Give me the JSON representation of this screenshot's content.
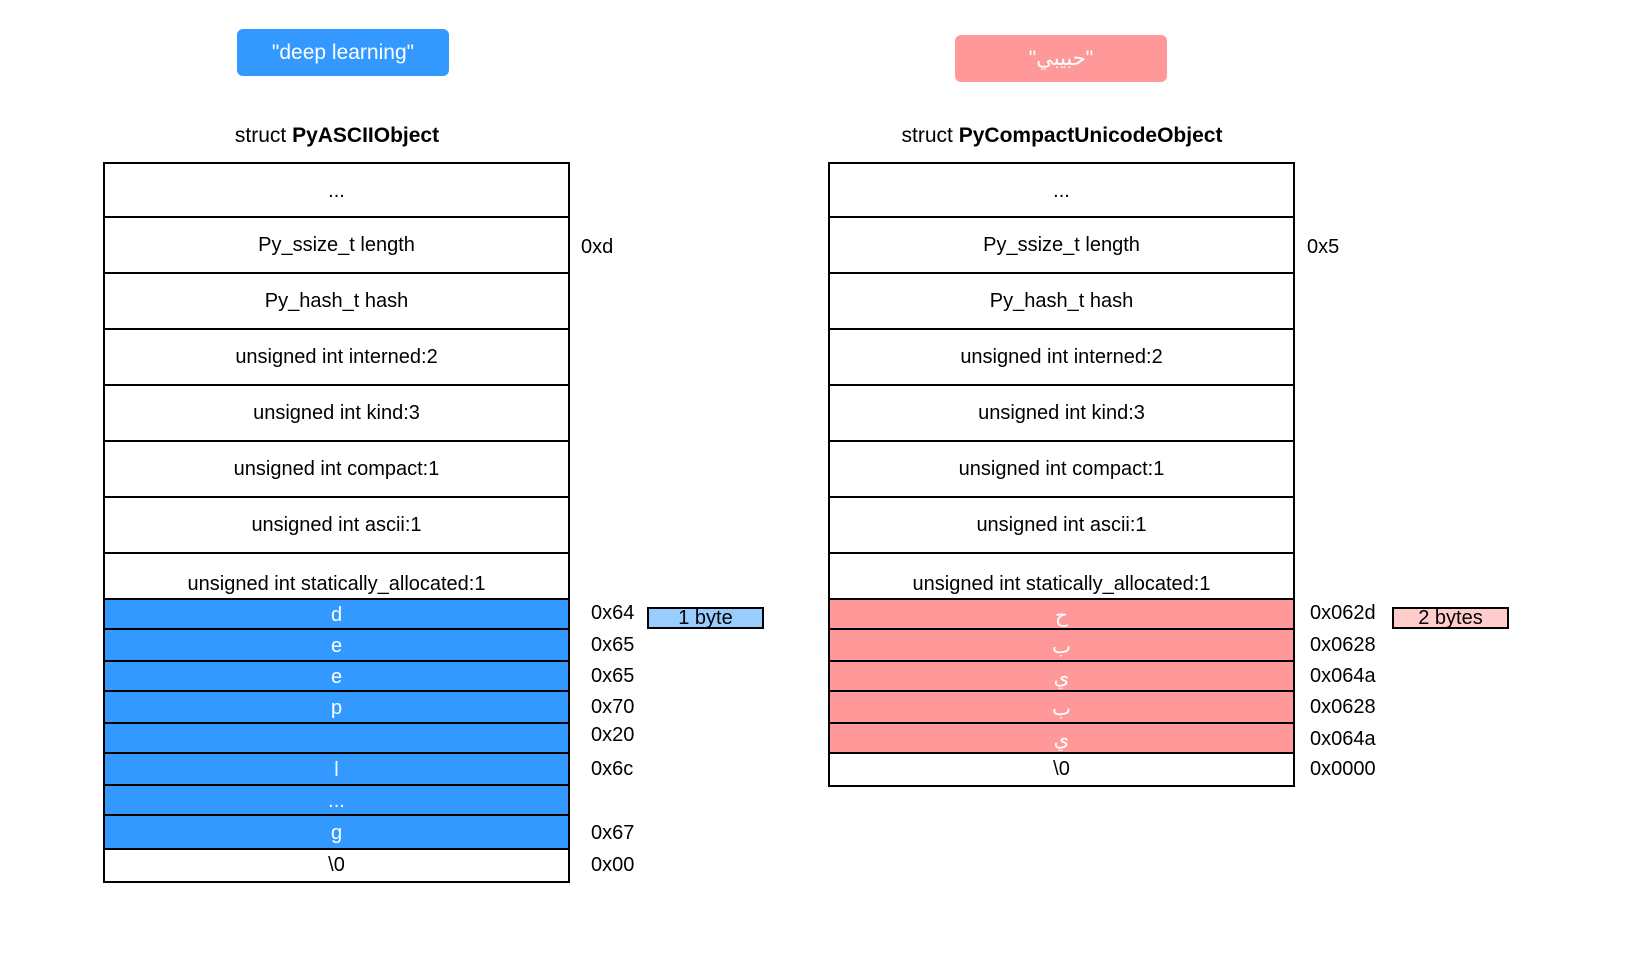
{
  "left": {
    "string_label": "\"deep learning\"",
    "struct_prefix": "struct ",
    "struct_name": "PyASCIIObject",
    "fields": [
      "...",
      "Py_ssize_t length",
      "Py_hash_t hash",
      "unsigned int interned:2",
      "unsigned int kind:3",
      "unsigned int compact:1",
      "unsigned int ascii:1",
      "unsigned int statically_allocated:1"
    ],
    "length_value": "0xd",
    "chars": [
      {
        "ch": "d",
        "hex": "0x64"
      },
      {
        "ch": "e",
        "hex": "0x65"
      },
      {
        "ch": "e",
        "hex": "0x65"
      },
      {
        "ch": "p",
        "hex": "0x70"
      },
      {
        "ch": "",
        "hex": "0x20"
      },
      {
        "ch": "l",
        "hex": "0x6c"
      },
      {
        "ch": "...",
        "hex": ""
      },
      {
        "ch": "g",
        "hex": "0x67"
      }
    ],
    "terminator": {
      "ch": "\\0",
      "hex": "0x00"
    },
    "size_tag": "1 byte",
    "colors": {
      "pill": "#3399ff",
      "char_fill": "#3399ff",
      "tag_fill": "#99ccff"
    }
  },
  "right": {
    "string_label": "\"حبيبي\"",
    "struct_prefix": "struct ",
    "struct_name": "PyCompactUnicodeObject",
    "fields": [
      "...",
      "Py_ssize_t length",
      "Py_hash_t hash",
      "unsigned int interned:2",
      "unsigned int kind:3",
      "unsigned int compact:1",
      "unsigned int ascii:1",
      "unsigned int statically_allocated:1"
    ],
    "length_value": "0x5",
    "chars": [
      {
        "ch": "ح",
        "hex": "0x062d"
      },
      {
        "ch": "ب",
        "hex": "0x0628"
      },
      {
        "ch": "ي",
        "hex": "0x064a"
      },
      {
        "ch": "ب",
        "hex": "0x0628"
      },
      {
        "ch": "ي",
        "hex": "0x064a"
      }
    ],
    "terminator": {
      "ch": "\\0",
      "hex": "0x0000"
    },
    "size_tag": "2 bytes",
    "colors": {
      "pill": "#ff9999",
      "char_fill": "#ff9999",
      "tag_fill": "#ffcccc"
    }
  }
}
